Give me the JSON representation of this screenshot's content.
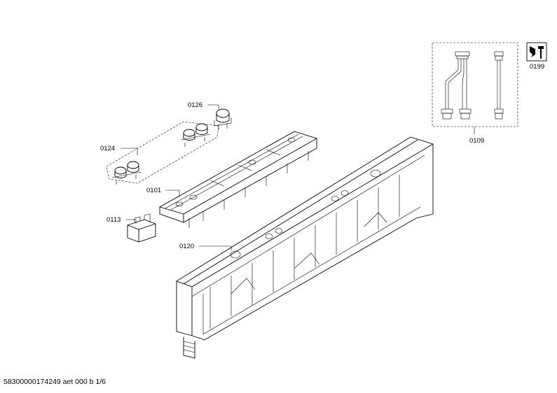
{
  "labels": {
    "p0126": "0126",
    "p0124": "0124",
    "p0101": "0101",
    "p0113": "0113",
    "p0120": "0120",
    "p0109": "0109",
    "p0199": "0199"
  },
  "footer": "58300000174249 aet 000 b 1/6"
}
